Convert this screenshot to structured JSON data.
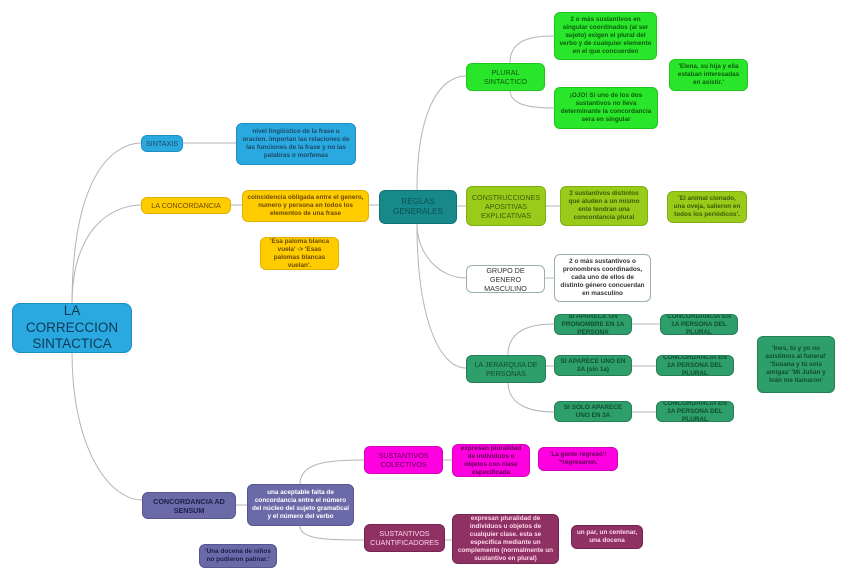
{
  "root": {
    "label": "LA CORRECCION SINTACTICA"
  },
  "sintaxis": {
    "label": "SINTAXIS",
    "description": "nivel lingüistico de la frase u oracion. importan las relaciones de las funciones de la frase y no las palabras o morfemas"
  },
  "concordancia": {
    "label": "LA CONCORDANCIA",
    "description": "coincidencia obligada entre el genero, numero y persona en todos los elementos de una frase",
    "example": "'Esa paloma blanca vuela' -> 'Esas palomas blancas vuelan'."
  },
  "reglas": {
    "label": "REGLAS GENERALES",
    "plural": {
      "label": "PLURAL SINTACTICO",
      "rule1": "2 o más sustantivos en singular coordinados (al ser sujeto) exigen el plural del verbo y de cualquier elemento en el que concuerden",
      "rule2": "¡OJO! Si uno de los dos sustantivos no lleva determinante la concordancia sera en singular",
      "example": "'Elena, su hija y ella estaban interesadas en asistir.'"
    },
    "apositivas": {
      "label": "CONSTRUCCIONES APOSITIVAS EXPLICATIVAS",
      "rule": "2 sustantivos distintos que aluden a un mismo ente tendran una concordancia plural",
      "example": "'El animal clonado, una oveja, salieron en todos los periódicos'."
    },
    "genero": {
      "label": "GRUPO DE GENERO MASCULINO",
      "rule": "2 o más sustantivos o pronombres coordinados, cada uno de ellos de distinto género concuerdan en masculino"
    },
    "jerarquia": {
      "label": "LA JERARQUIA DE PERSONAS",
      "cases": [
        {
          "condition": "SI APARECE UN PRONOMBRE EN 1A PERSONA",
          "result": "CONCORDANCIA EN 1A PERSONA DEL PLURAL"
        },
        {
          "condition": "SI APARECE UNO EN 2A (sin 1a)",
          "result": "CONCORDANCIA EN 2A PERSONA DEL PLURAL"
        },
        {
          "condition": "SI SOLO APARECE UNO EN 3A",
          "result": "CONCORDANCIA EN 3A PERSONA DEL PLURAL"
        }
      ],
      "example": "'Ines, tú y yo no asistimos al funeral' 'Susana y tú sois amigas' 'Mi Julián y Iván me llamaron'"
    }
  },
  "ad_sensum": {
    "label": "CONCORDANCIA AD SENSUM",
    "description": "una aceptable falta de concordancia entre el número del núcleo del sujeto gramatical y el número del verbo",
    "example": "'Una docena de niños no pudieron patinar.'",
    "colectivos": {
      "label": "SUSTANTIVOS COLECTIVOS",
      "description": "expresan pluralidad de individuos o objetos con clase especificada",
      "example": "'La gente regresó'/ '*regresaron."
    },
    "cuantificadores": {
      "label": "SUSTANTIVOS CUANTIFICADORES",
      "description": "expresan pluralidad de individuos u objetos de cualquier clase. esta se especifica mediante un complemento (normalmente un sustantivo en plural)",
      "example": "un par, un centenar, una docena"
    }
  },
  "colors": {
    "line": "#b5b5b5",
    "sintaxis": "#2aa9e0",
    "concordancia": "#ffcc00",
    "reglas": "#17898a",
    "plural": "#2ae62a",
    "apositivas": "#99cc1a",
    "jerarquia": "#2e9e6a",
    "ad_sensum": "#6a6aa8",
    "colectivos": "#ff00e0",
    "cuantificadores": "#8f3163"
  }
}
